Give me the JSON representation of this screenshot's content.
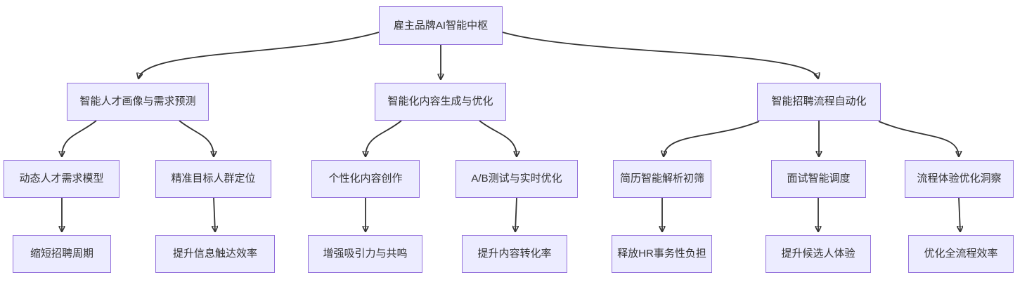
{
  "diagram": {
    "type": "flowchart",
    "direction": "top-down",
    "colors": {
      "node_fill": "#ECECFF",
      "node_border": "#9370DB",
      "edge_line": "#333333",
      "text": "#333333",
      "background": "#FFFFFF"
    },
    "nodes": {
      "root": {
        "label": "雇主品牌AI智能中枢"
      },
      "talent_insight": {
        "label": "智能人才画像与需求预测"
      },
      "content_gen": {
        "label": "智能化内容生成与优化"
      },
      "recruit_auto": {
        "label": "智能招聘流程自动化"
      },
      "demand_model": {
        "label": "动态人才需求模型"
      },
      "targeting": {
        "label": "精准目标人群定位"
      },
      "personalized": {
        "label": "个性化内容创作"
      },
      "ab_test": {
        "label": "A/B测试与实时优化"
      },
      "resume_screen": {
        "label": "简历智能解析初筛"
      },
      "interview_sched": {
        "label": "面试智能调度"
      },
      "process_insight": {
        "label": "流程体验优化洞察"
      },
      "shorten_cycle": {
        "label": "缩短招聘周期"
      },
      "info_reach": {
        "label": "提升信息触达效率"
      },
      "attraction": {
        "label": "增强吸引力与共鸣"
      },
      "conversion": {
        "label": "提升内容转化率"
      },
      "hr_workload": {
        "label": "释放HR事务性负担"
      },
      "candidate_exp": {
        "label": "提升候选人体验"
      },
      "full_process": {
        "label": "优化全流程效率"
      }
    },
    "edges": [
      {
        "from": "root",
        "to": "talent_insight"
      },
      {
        "from": "root",
        "to": "content_gen"
      },
      {
        "from": "root",
        "to": "recruit_auto"
      },
      {
        "from": "talent_insight",
        "to": "demand_model"
      },
      {
        "from": "talent_insight",
        "to": "targeting"
      },
      {
        "from": "content_gen",
        "to": "personalized"
      },
      {
        "from": "content_gen",
        "to": "ab_test"
      },
      {
        "from": "recruit_auto",
        "to": "resume_screen"
      },
      {
        "from": "recruit_auto",
        "to": "interview_sched"
      },
      {
        "from": "recruit_auto",
        "to": "process_insight"
      },
      {
        "from": "demand_model",
        "to": "shorten_cycle"
      },
      {
        "from": "targeting",
        "to": "info_reach"
      },
      {
        "from": "personalized",
        "to": "attraction"
      },
      {
        "from": "ab_test",
        "to": "conversion"
      },
      {
        "from": "resume_screen",
        "to": "hr_workload"
      },
      {
        "from": "interview_sched",
        "to": "candidate_exp"
      },
      {
        "from": "process_insight",
        "to": "full_process"
      }
    ]
  }
}
